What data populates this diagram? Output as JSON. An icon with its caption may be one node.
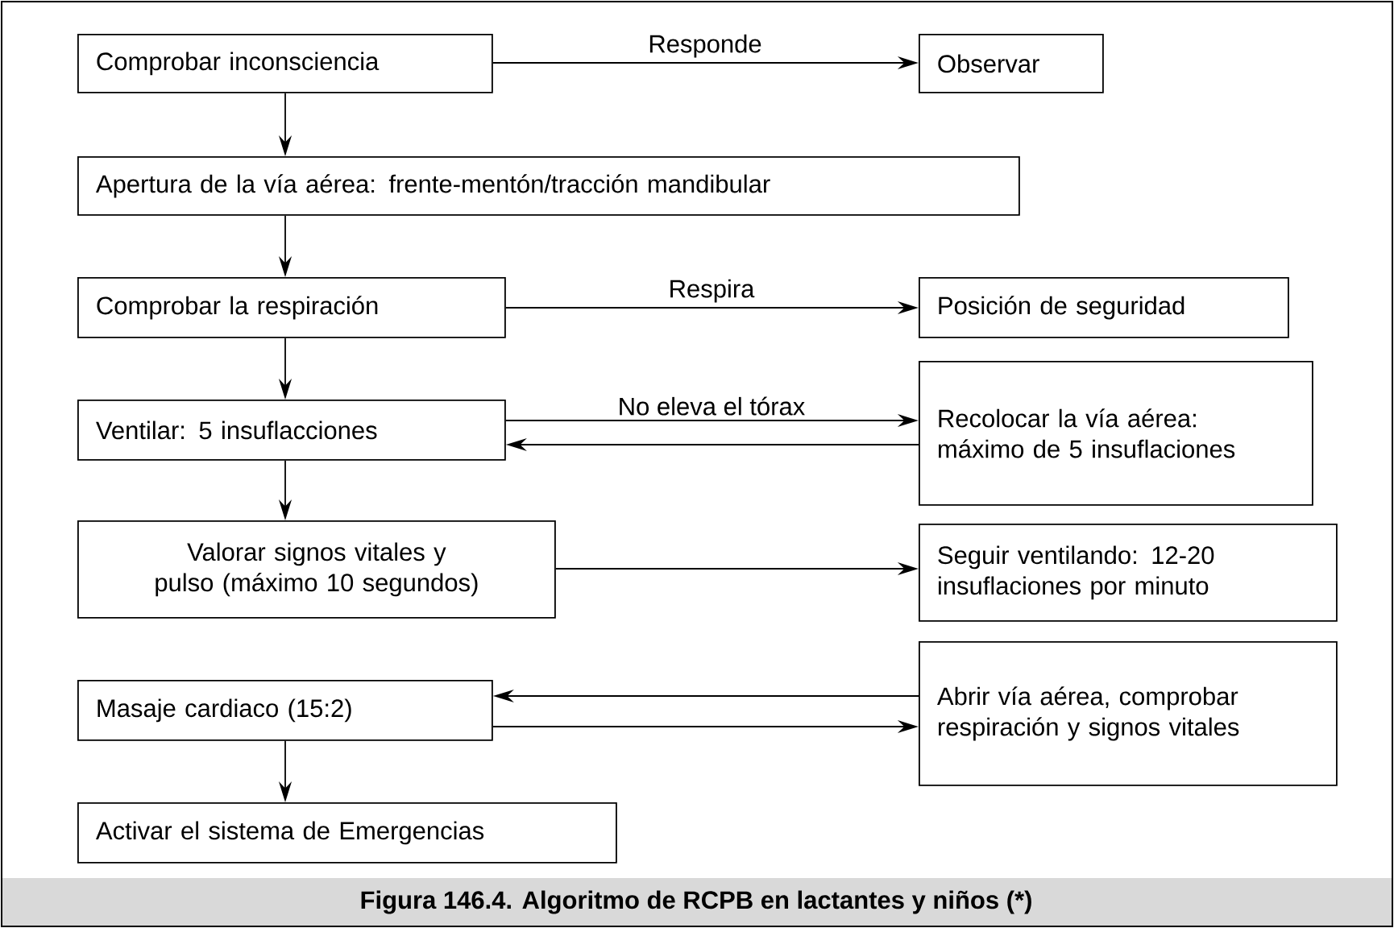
{
  "diagram": {
    "caption": "Figura 146.4. Algoritmo de RCPB en lactantes y niños (*)",
    "nodes": [
      {
        "text": [
          "Comprobar inconsciencia"
        ]
      },
      {
        "text": [
          "Observar"
        ]
      },
      {
        "text": [
          "Apertura de la vía aérea: frente-mentón/tracción mandibular"
        ]
      },
      {
        "text": [
          "Comprobar la respiración"
        ]
      },
      {
        "text": [
          "Posición de seguridad"
        ]
      },
      {
        "text": [
          "Ventilar: 5 insuflacciones"
        ]
      },
      {
        "text": [
          "Recolocar la vía aérea: máximo de 5 insuflaciones"
        ]
      },
      {
        "text": [
          "Valorar signos vitales y pulso (máximo 10 segundos)"
        ]
      },
      {
        "text": [
          "Seguir ventilando: 12-20 insuflaciones por minuto"
        ]
      },
      {
        "text": [
          "Masaje cardiaco (15:2)"
        ]
      },
      {
        "text": [
          "Abrir vía aérea, comprobar respiración y signos vitales"
        ]
      },
      {
        "text": [
          "Activar el sistema de Emergencias"
        ]
      }
    ],
    "edges": [
      {
        "from": 0,
        "to": 1,
        "arrow": "to",
        "label": "Responde"
      },
      {
        "from": 0,
        "to": 2,
        "arrow": "to"
      },
      {
        "from": 2,
        "to": 3,
        "arrow": "to"
      },
      {
        "from": 3,
        "to": 4,
        "arrow": "to",
        "label": "Respira"
      },
      {
        "from": 3,
        "to": 5,
        "arrow": "to"
      },
      {
        "from": 5,
        "to": 6,
        "arrow": "to",
        "label": "No eleva el tórax"
      },
      {
        "from": 6,
        "to": 5,
        "arrow": "to"
      },
      {
        "from": 5,
        "to": 7,
        "arrow": "to"
      },
      {
        "from": 7,
        "to": 8,
        "arrow": "to"
      },
      {
        "from": 10,
        "to": 9,
        "arrow": "to"
      },
      {
        "from": 9,
        "to": 10,
        "arrow": "to"
      },
      {
        "from": 9,
        "to": 11,
        "arrow": "to"
      }
    ]
  }
}
